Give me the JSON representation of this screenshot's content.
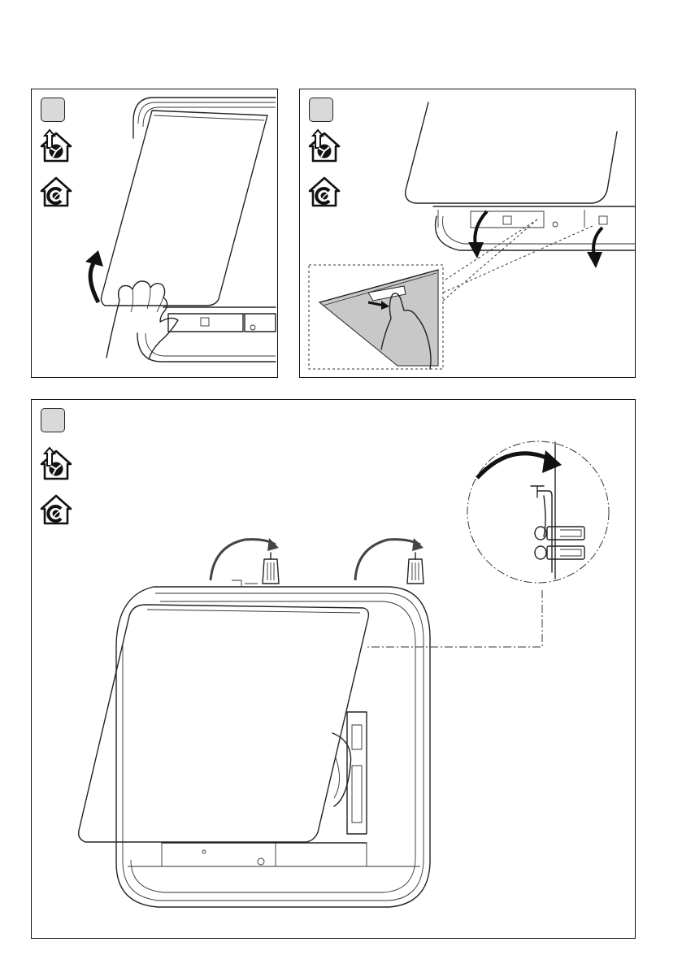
{
  "page": {
    "background": "#ffffff",
    "line_color": "#222222",
    "step_box_fill": "#d9d9d9",
    "inset_fill": "#c8c8c8"
  },
  "panels": [
    {
      "id": "panel-1",
      "step_label": "",
      "icons": [
        "exhaust-mode-icon",
        "recirculation-mode-icon"
      ]
    },
    {
      "id": "panel-2",
      "step_label": "",
      "icons": [
        "exhaust-mode-icon",
        "recirculation-mode-icon"
      ]
    },
    {
      "id": "panel-3",
      "step_label": "",
      "icons": [
        "exhaust-mode-icon",
        "recirculation-mode-icon"
      ]
    }
  ]
}
